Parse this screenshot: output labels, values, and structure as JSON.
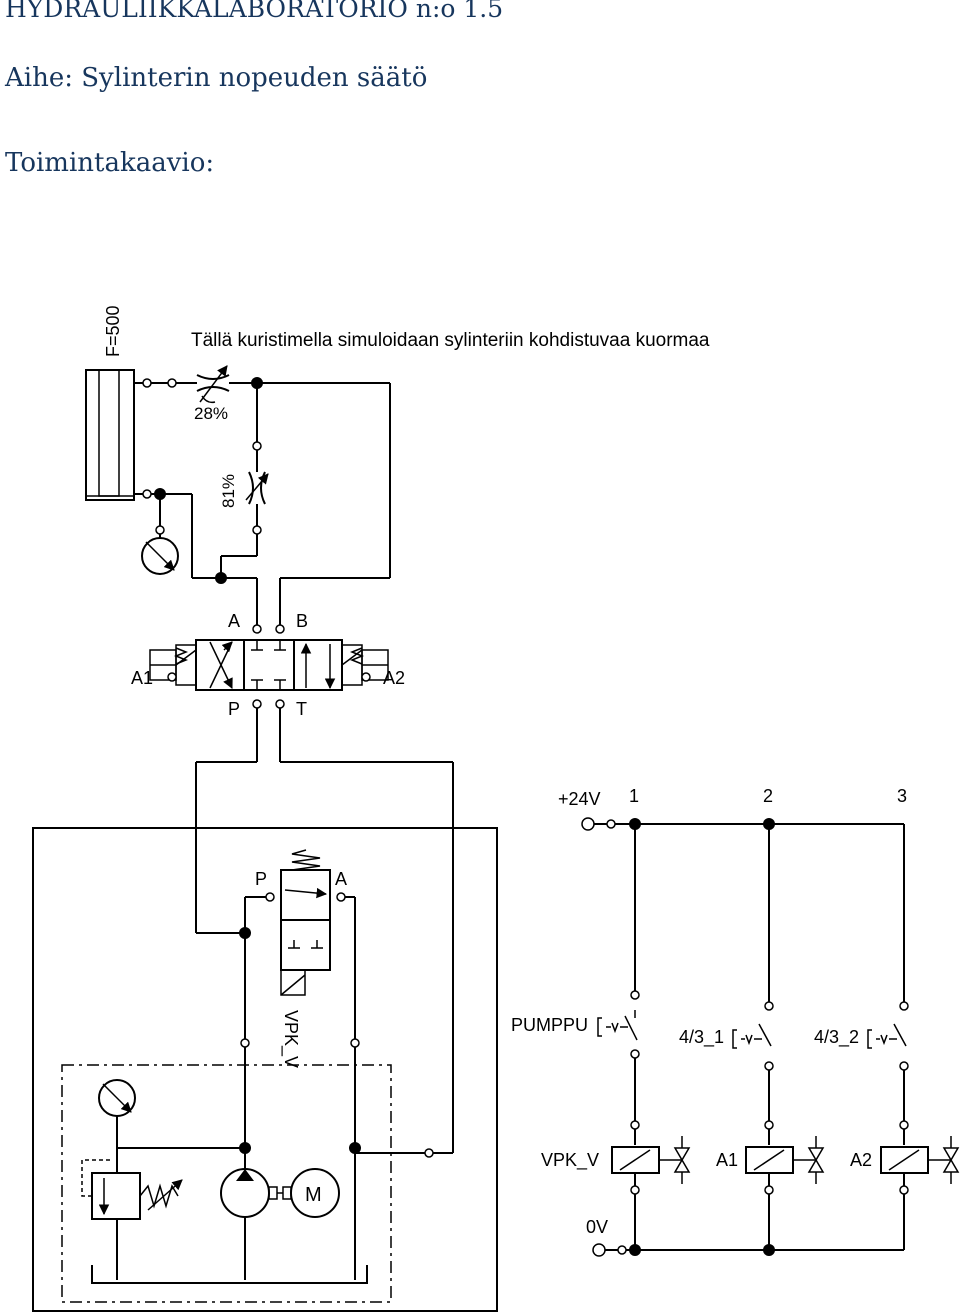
{
  "header": {
    "lab_title": "HYDRAULIIKKALABORATORIO n:o 1.5",
    "topic": "Aihe: Sylinterin nopeuden säätö",
    "section": "Toimintakaavio:"
  },
  "hydraulic": {
    "load_note": "Tällä kuristimella simuloidaan sylinteriin kohdistuvaa kuormaa",
    "cylinder_force": "F=500",
    "throttle_1_setting": "28%",
    "throttle_2_setting": "81%",
    "valve_4_3": {
      "port_a": "A",
      "port_b": "B",
      "port_p": "P",
      "port_t": "T",
      "solenoid_left": "A1",
      "solenoid_right": "A2"
    },
    "pressure_valve": {
      "port_p": "P",
      "port_a": "A",
      "name": "VPK_V"
    },
    "motor_label": "M"
  },
  "electrical": {
    "supply": "+24V",
    "ground": "0V",
    "rungs": [
      "1",
      "2",
      "3"
    ],
    "switches": [
      "PUMPPU",
      "4/3_1",
      "4/3_2"
    ],
    "coils": [
      "VPK_V",
      "A1",
      "A2"
    ]
  }
}
